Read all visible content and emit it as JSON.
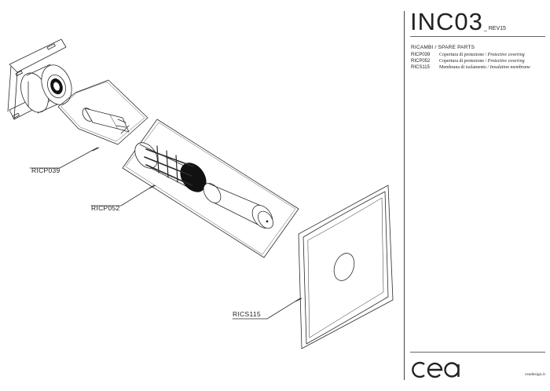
{
  "header": {
    "code": "INC03",
    "revision": "REV15"
  },
  "spare_parts": {
    "heading": "RICAMBI / SPARE PARTS",
    "items": [
      {
        "code": "RICP039",
        "it": "Copertura di protezione /",
        "en": "Protective covering"
      },
      {
        "code": "RICP052",
        "it": "Copertura di protezione /",
        "en": "Protective covering"
      },
      {
        "code": "RICS115",
        "it": "Membrana di isolamento /",
        "en": "Insulation membrane"
      }
    ]
  },
  "callouts": {
    "a": "RICP039",
    "b": "RICP052",
    "c": "RICS115"
  },
  "footer": {
    "logo_text": "cea",
    "url": "ceadesign.it"
  },
  "colors": {
    "line": "#2a2a2a",
    "text": "#222222",
    "background": "#ffffff"
  }
}
